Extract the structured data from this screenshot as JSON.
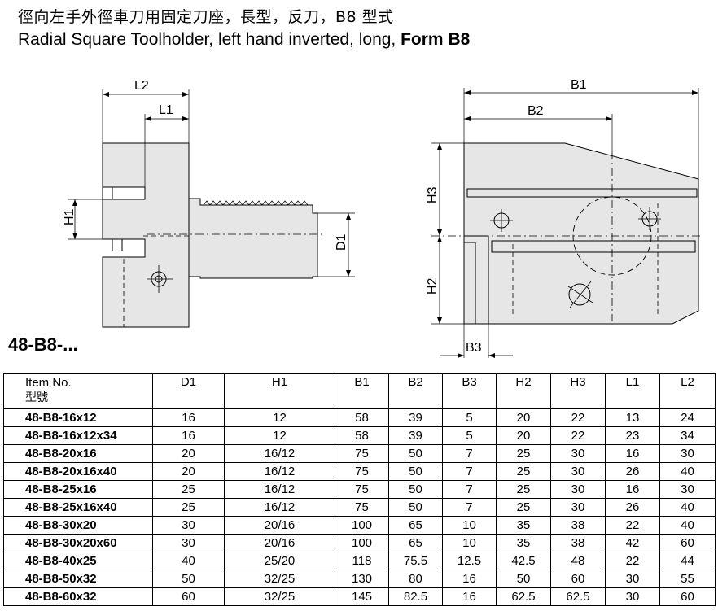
{
  "header": {
    "title_cn": "徑向左手外徑車刀用固定刀座，長型，反刀，B8 型式",
    "title_en_prefix": "Radial Square Toolholder, left hand inverted, long, ",
    "title_en_form": "Form B8"
  },
  "item_prefix": "48-B8-...",
  "dimension_labels": {
    "L1": "L1",
    "L2": "L2",
    "H1": "H1",
    "D1": "D1",
    "B1": "B1",
    "B2": "B2",
    "B3": "B3",
    "H2": "H2",
    "H3": "H3"
  },
  "table": {
    "header_item": "Item No.",
    "header_item_cn": "型號",
    "columns": [
      "D1",
      "H1",
      "B1",
      "B2",
      "B3",
      "H2",
      "H3",
      "L1",
      "L2"
    ],
    "rows": [
      [
        "48-B8-16x12",
        "16",
        "12",
        "58",
        "39",
        "5",
        "20",
        "22",
        "13",
        "24"
      ],
      [
        "48-B8-16x12x34",
        "16",
        "12",
        "58",
        "39",
        "5",
        "20",
        "22",
        "23",
        "34"
      ],
      [
        "48-B8-20x16",
        "20",
        "16/12",
        "75",
        "50",
        "7",
        "25",
        "30",
        "16",
        "30"
      ],
      [
        "48-B8-20x16x40",
        "20",
        "16/12",
        "75",
        "50",
        "7",
        "25",
        "30",
        "26",
        "40"
      ],
      [
        "48-B8-25x16",
        "25",
        "16/12",
        "75",
        "50",
        "7",
        "25",
        "30",
        "16",
        "30"
      ],
      [
        "48-B8-25x16x40",
        "25",
        "16/12",
        "75",
        "50",
        "7",
        "25",
        "30",
        "26",
        "40"
      ],
      [
        "48-B8-30x20",
        "30",
        "20/16",
        "100",
        "65",
        "10",
        "35",
        "38",
        "22",
        "40"
      ],
      [
        "48-B8-30x20x60",
        "30",
        "20/16",
        "100",
        "65",
        "10",
        "35",
        "38",
        "42",
        "60"
      ],
      [
        "48-B8-40x25",
        "40",
        "25/20",
        "118",
        "75.5",
        "12.5",
        "42.5",
        "48",
        "22",
        "44"
      ],
      [
        "48-B8-50x32",
        "50",
        "32/25",
        "130",
        "80",
        "16",
        "50",
        "60",
        "30",
        "55"
      ],
      [
        "48-B8-60x32",
        "60",
        "32/25",
        "145",
        "82.5",
        "16",
        "62.5",
        "62.5",
        "30",
        "60"
      ]
    ]
  }
}
